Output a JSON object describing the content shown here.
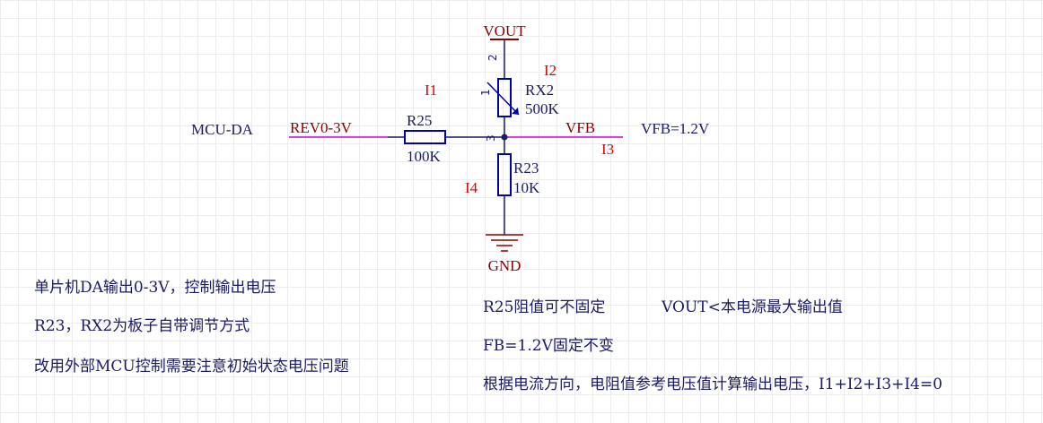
{
  "colors": {
    "wire": "#1a1a66",
    "net": "#cc00cc",
    "component": "#0000aa",
    "rail": "#8b0000",
    "current": "#e00000",
    "label": "#1a1a66"
  },
  "labels": {
    "vout": "VOUT",
    "gnd": "GND",
    "mcu_da": "MCU-DA",
    "rev": "REV0-3V",
    "vfb_net": "VFB",
    "vfb_value": "VFB=1.2V",
    "r25_ref": "R25",
    "r25_val": "100K",
    "rx2_ref": "RX2",
    "rx2_val": "500K",
    "r23_ref": "R23",
    "r23_val": "10K",
    "pin2": "2",
    "pin1": "1",
    "pin3": "3"
  },
  "currents": {
    "i1": "I1",
    "i2": "I2",
    "i3": "I3",
    "i4": "I4"
  },
  "notes": {
    "left": [
      "单片机DA输出0-3V，控制输出电压",
      "R23，RX2为板子自带调节方式",
      "改用外部MCU控制需要注意初始状态电压问题"
    ],
    "right_r25": "R25阻值可不固定",
    "right_vout": "VOUT<本电源最大输出值",
    "right_fb": "FB=1.2V固定不变",
    "right_calc": "根据电流方向，电阻值参考电压值计算输出电压，I1+I2+I3+I4=0"
  }
}
